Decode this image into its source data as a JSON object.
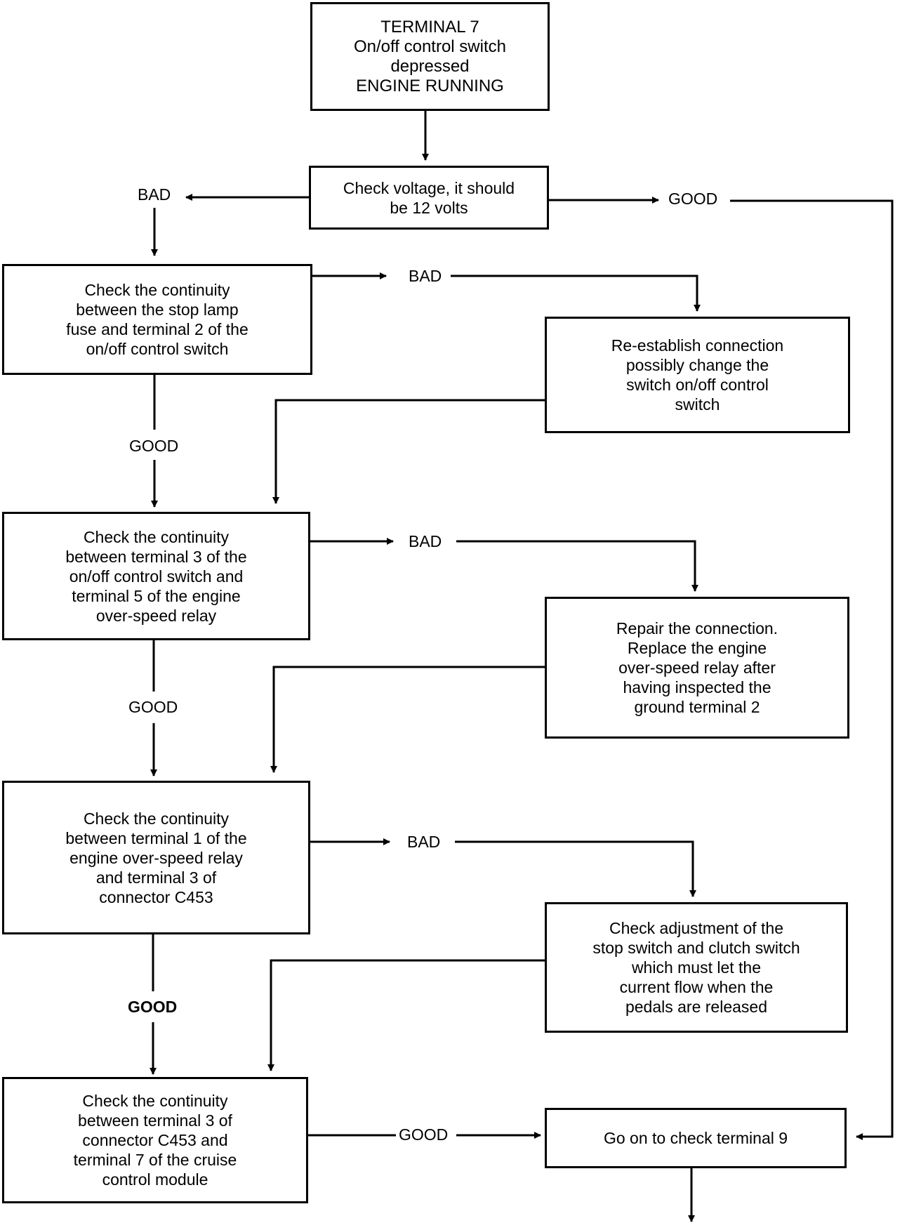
{
  "nodes": {
    "start": {
      "lines": [
        "TERMINAL 7",
        "On/off control switch",
        "depressed",
        "ENGINE RUNNING"
      ]
    },
    "voltage": {
      "lines": [
        "Check voltage, it should",
        "be 12 volts"
      ]
    },
    "stoplamp": {
      "lines": [
        "Check the continuity",
        "between the stop lamp",
        "fuse and terminal 2 of the",
        "on/off control switch"
      ]
    },
    "reestablish": {
      "lines": [
        "Re-establish connection",
        "possibly change the",
        "switch on/off control",
        "switch"
      ]
    },
    "term3": {
      "lines": [
        "Check the continuity",
        "between terminal 3 of the",
        "on/off control switch and",
        "terminal 5 of the engine",
        "over-speed relay"
      ]
    },
    "repair": {
      "lines": [
        "Repair the connection.",
        "Replace the engine",
        "over-speed relay after",
        "having inspected the",
        "ground terminal 2"
      ]
    },
    "term1": {
      "lines": [
        "Check the continuity",
        "between terminal 1 of the",
        "engine over-speed relay",
        "and terminal 3 of",
        "connector C453"
      ]
    },
    "adjust": {
      "lines": [
        "Check adjustment of the",
        "stop switch and clutch switch",
        "which must let the",
        "current flow when the",
        "pedals are released"
      ]
    },
    "c453": {
      "lines": [
        "Check the continuity",
        "between terminal 3 of",
        "connector C453 and",
        "terminal 7 of the cruise",
        "control module"
      ]
    },
    "goon": {
      "lines": [
        "Go on to check terminal 9"
      ]
    }
  },
  "edge_labels": {
    "voltage_bad": "BAD",
    "voltage_good": "GOOD",
    "stoplamp_bad": "BAD",
    "stoplamp_good": "GOOD",
    "term3_bad": "BAD",
    "term3_good": "GOOD",
    "term1_bad": "BAD",
    "term1_good": "GOOD",
    "c453_good": "GOOD"
  },
  "colors": {
    "line": "#000000",
    "background": "#ffffff"
  }
}
